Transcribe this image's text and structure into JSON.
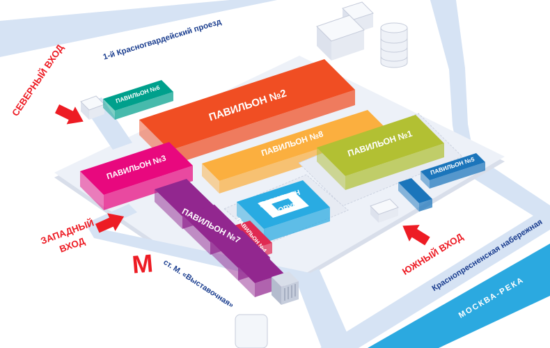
{
  "colors": {
    "road": "#D6E3F4",
    "platform": "#EDF1F8",
    "platform_shadow": "#D8DEEA",
    "river": "#2BA9E0",
    "navy": "#1B3E8F",
    "red": "#ED1C24",
    "white": "#FFFFFF",
    "pedestal": "#E7EBF3",
    "building": "#F7F9FC"
  },
  "streets": {
    "north_street": "1-й Красногвардейский проезд",
    "embankment": "Краснопресненская набережная",
    "river": "МОСКВА-РЕКА",
    "metro_station": "ст. М. «Выставочная»",
    "metro_letter": "М"
  },
  "entrances": {
    "north": "СЕВЕРНЫЙ ВХОД",
    "west_line1": "ЗАПАДНЫЙ",
    "west_line2": "ВХОД",
    "south": "ЮЖНЫЙ ВХОД"
  },
  "pavilions": {
    "p1": {
      "label": "ПАВИЛЬОН №1",
      "color": "#B2C033"
    },
    "p2": {
      "label": "ПАВИЛЬОН №2",
      "color": "#F04E23"
    },
    "p3": {
      "label": "ПАВИЛЬОН №3",
      "color": "#E8087E"
    },
    "p4": {
      "label": "ПАВИЛЬОН №4",
      "color": "#E02A52"
    },
    "p5": {
      "label": "ПАВИЛЬОН №5",
      "color": "#1B75BB"
    },
    "p6": {
      "label": "ПАВИЛЬОН №6",
      "color": "#00A08C"
    },
    "p7": {
      "label": "ПАВИЛЬОН №7",
      "color": "#92278F"
    },
    "p8": {
      "label": "ПАВИЛЬОН №8",
      "color": "#FBAF3F"
    },
    "forum_line1": "ПАВИЛЬОН",
    "forum_line2": "«ФОРУМ»",
    "forum_color": "#29ABE2"
  }
}
